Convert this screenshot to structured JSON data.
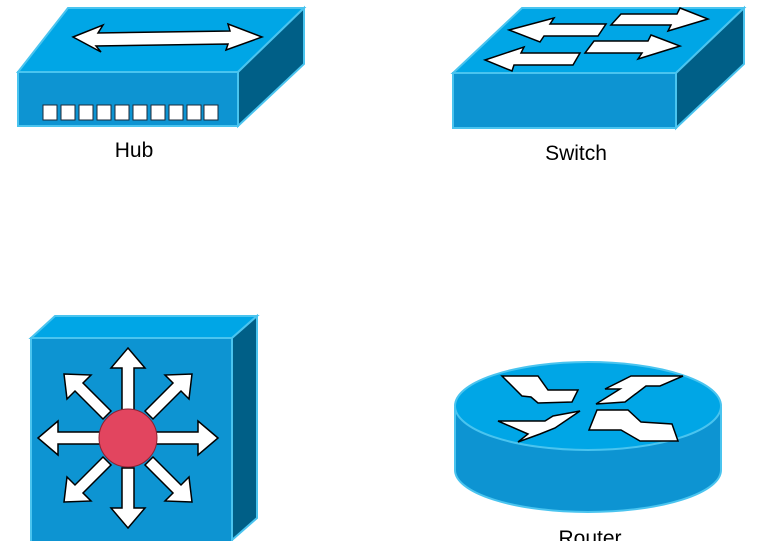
{
  "colors": {
    "top_face": "#00a6e6",
    "front_face": "#0d94d2",
    "side_face": "#005f87",
    "outline": "#4ac4ef",
    "arrow_fill": "#ffffff",
    "arrow_stroke": "#000000",
    "core_dot": "#e2455f"
  },
  "devices": {
    "hub": {
      "label": "Hub",
      "icon": "hub-icon"
    },
    "switch": {
      "label": "Switch",
      "icon": "switch-icon"
    },
    "multilayer_switch": {
      "label": "",
      "icon": "multilayer-switch-icon"
    },
    "router": {
      "label": "Router",
      "icon": "router-icon"
    }
  }
}
